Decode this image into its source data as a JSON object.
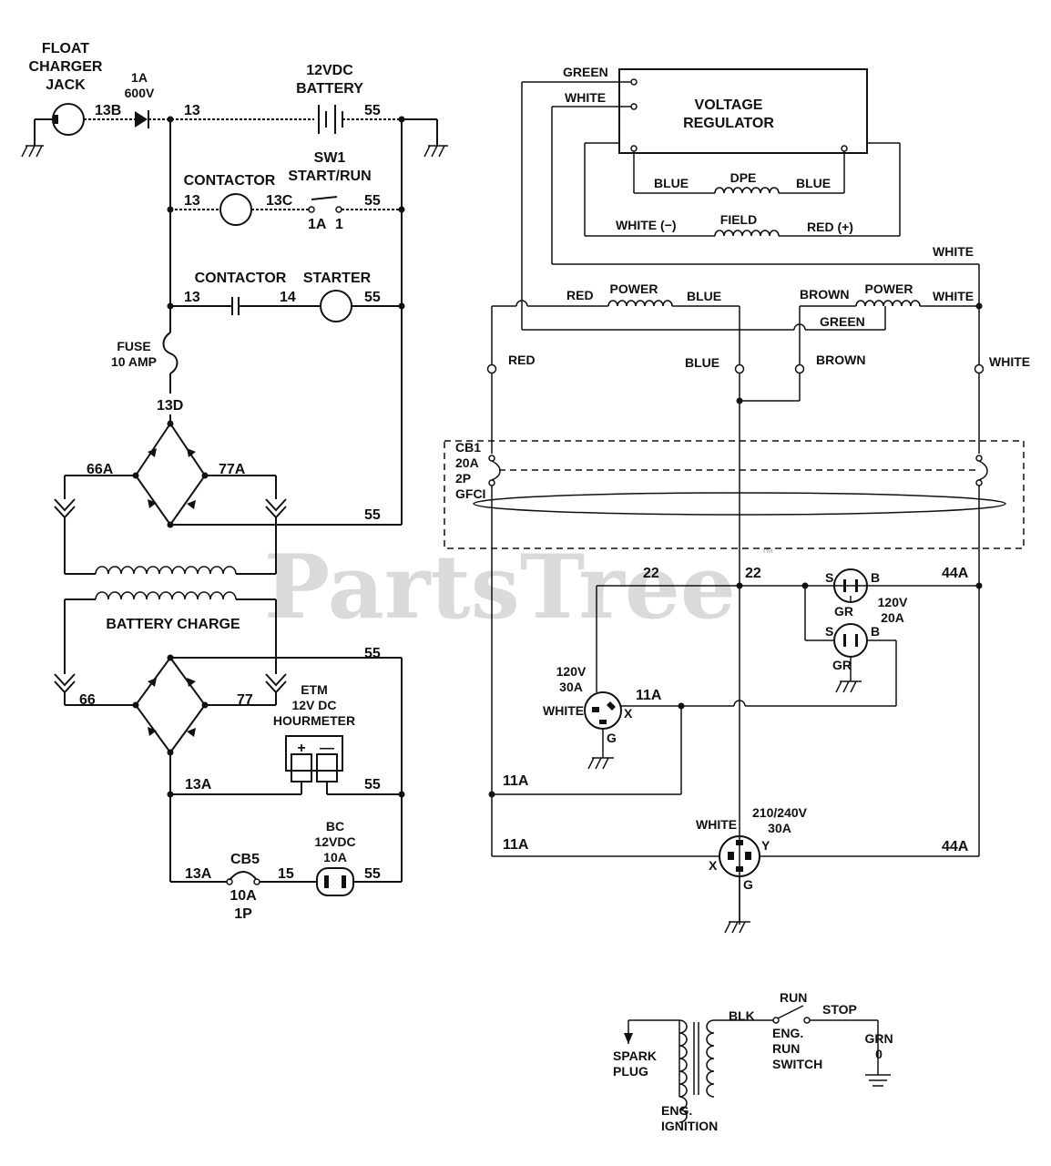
{
  "left": {
    "float_charger_jack": "FLOAT\nCHARGER\nJACK",
    "w_13B": "13B",
    "diode_rating": "1A\n600V",
    "battery": "12VDC\nBATTERY",
    "w_13_top": "13",
    "w_55_top": "55",
    "contactor1": "CONTACTOR",
    "sw1": "SW1\nSTART/RUN",
    "w_13_c1": "13",
    "w_13C": "13C",
    "w_55_c1": "55",
    "sw_1A": "1A",
    "sw_1": "1",
    "contactor2": "CONTACTOR",
    "starter": "STARTER",
    "w_13_c2": "13",
    "w_14": "14",
    "w_55_c2": "55",
    "fuse": "FUSE\n10 AMP",
    "w_13D": "13D",
    "w_66A": "66A",
    "w_77A": "77A",
    "w_55_br1": "55",
    "battery_charge": "BATTERY CHARGE",
    "w_55_upper": "55",
    "etm": "ETM\n12V DC\nHOURMETER",
    "w_66": "66",
    "w_77": "77",
    "etm_plus": "+",
    "etm_minus": "—",
    "w_13A_1": "13A",
    "w_55_etm": "55",
    "cb5": "CB5",
    "w_13A_2": "13A",
    "w_15": "15",
    "bc": "BC\n12VDC\n10A",
    "w_55_bc": "55",
    "cb5_rating": "10A\n1P"
  },
  "right": {
    "green_top": "GREEN",
    "white_top": "WHITE",
    "voltage_regulator": "VOLTAGE\nREGULATOR",
    "blue_l": "BLUE",
    "dpe": "DPE",
    "blue_r": "BLUE",
    "white_minus": "WHITE (−)",
    "field": "FIELD",
    "red_plus": "RED (+)",
    "white_right": "WHITE",
    "red_power": "RED",
    "power1": "POWER",
    "blue_power": "BLUE",
    "brown_power": "BROWN",
    "power2": "POWER",
    "white_power": "WHITE",
    "green_mid": "GREEN",
    "red_term": "RED",
    "blue_term": "BLUE",
    "brown_term": "BROWN",
    "white_term": "WHITE",
    "cb1": "CB1\n20A\n2P\nGFCI",
    "w_22_a": "22",
    "w_22_b": "22",
    "w_44A_top": "44A",
    "s1": "S",
    "b1": "B",
    "gr1": "GR",
    "rating_120_20": "120V\n20A",
    "s2": "S",
    "b2": "B",
    "gr2": "GR",
    "rating_120_30": "120V\n30A",
    "white_30": "WHITE",
    "w_11A_mid": "11A",
    "x_30": "X",
    "g_30": "G",
    "w_11A_left": "11A",
    "white_240": "WHITE",
    "rating_240": "210/240V\n30A",
    "w_11A_bot": "11A",
    "w_44A_bot": "44A",
    "x_240": "X",
    "y_240": "Y",
    "g_240": "G"
  },
  "ignition": {
    "blk": "BLK",
    "run": "RUN",
    "stop": "STOP",
    "spark_plug": "SPARK\nPLUG",
    "eng_run_switch": "ENG.\nRUN\nSWITCH",
    "grn": "GRN\n0",
    "eng_ignition": "ENG.\nIGNITION"
  },
  "watermark": "PartsTree",
  "watermark_tm": "™"
}
